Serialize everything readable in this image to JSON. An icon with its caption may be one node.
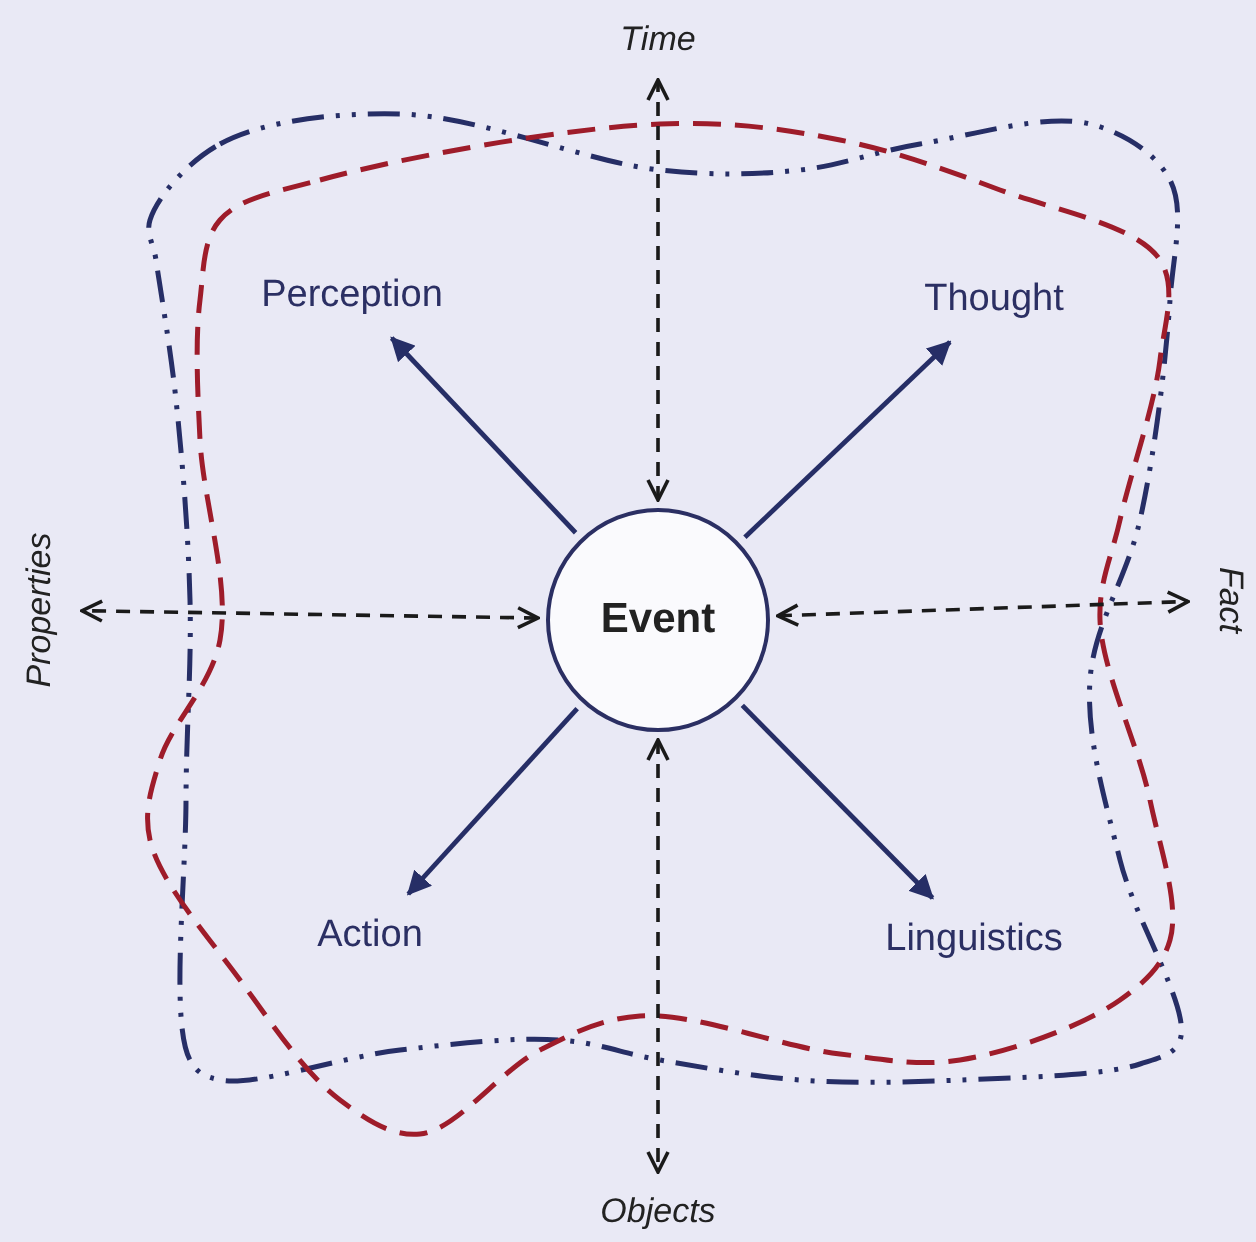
{
  "diagram": {
    "nodes": [
      {
        "text": [
          "Event"
        ]
      },
      {
        "text": [
          "Time"
        ]
      },
      {
        "text": [
          "Perception"
        ]
      },
      {
        "text": [
          "Thought"
        ]
      },
      {
        "text": [
          "Properties"
        ]
      },
      {
        "text": [
          "Fact"
        ]
      },
      {
        "text": [
          "Action"
        ]
      },
      {
        "text": [
          "Linguistics"
        ]
      },
      {
        "text": [
          "Objects"
        ]
      }
    ],
    "edges": [
      {
        "from": 0,
        "to": 1,
        "arrow": "both",
        "style": "dashed",
        "color": "#1a1a1a"
      },
      {
        "from": 0,
        "to": 2,
        "arrow": "to"
      },
      {
        "from": 0,
        "to": 3,
        "arrow": "to"
      },
      {
        "from": 0,
        "to": 4,
        "arrow": "both",
        "style": "dashed",
        "color": "#1a1a1a"
      },
      {
        "from": 0,
        "to": 5,
        "arrow": "both",
        "style": "dashed",
        "color": "#1a1a1a"
      },
      {
        "from": 0,
        "to": 6,
        "arrow": "to"
      },
      {
        "from": 0,
        "to": 7,
        "arrow": "to"
      },
      {
        "from": 0,
        "to": 8,
        "arrow": "both",
        "style": "dashed",
        "color": "#1a1a1a"
      }
    ]
  }
}
